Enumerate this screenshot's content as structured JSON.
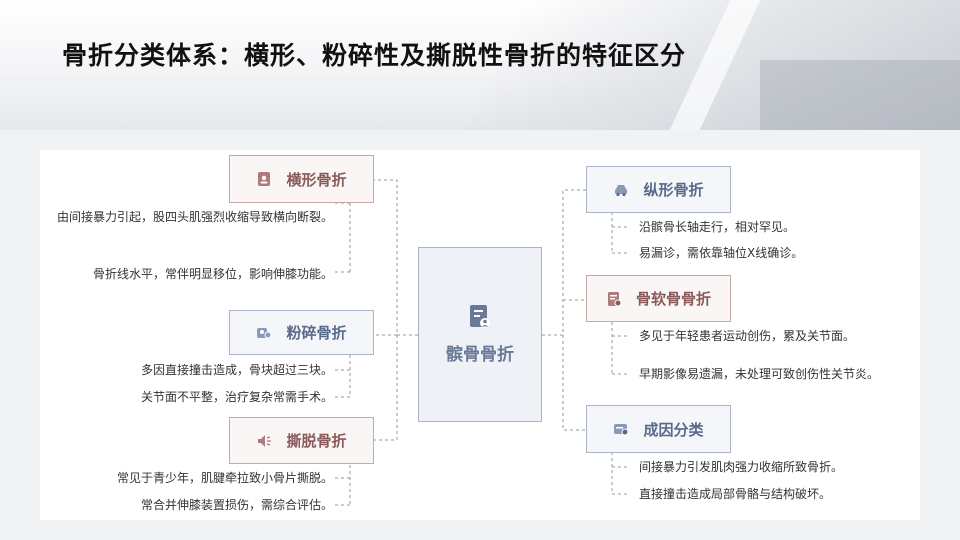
{
  "title": "骨折分类体系：横形、粉碎性及撕脱性骨折的特征区分",
  "center": {
    "label": "髌骨骨折",
    "icon": "document-user-icon"
  },
  "branches": [
    {
      "label": "横形骨折",
      "icon": "id-badge-icon",
      "color": "#8a5a5a",
      "leaves": [
        "由间接暴力引起，股四头肌强烈收缩导致横向断裂。",
        "骨折线水平，常伴明显移位，影响伸膝功能。"
      ]
    },
    {
      "label": "粉碎骨折",
      "icon": "user-group-icon",
      "color": "#5a6a8a",
      "leaves": [
        "多因直接撞击造成，骨块超过三块。",
        "关节面不平整，治疗复杂常需手术。"
      ]
    },
    {
      "label": "撕脱骨折",
      "icon": "speaker-icon",
      "color": "#8a5a5a",
      "leaves": [
        "常见于青少年，肌腱牵拉致小骨片撕脱。",
        "常合并伸膝装置损伤，需综合评估。"
      ]
    },
    {
      "label": "纵形骨折",
      "icon": "car-icon",
      "color": "#5a6a8a",
      "leaves": [
        "沿髌骨长轴走行，相对罕见。",
        "易漏诊，需依靠轴位X线确诊。"
      ]
    },
    {
      "label": "骨软骨骨折",
      "icon": "document-stamp-icon",
      "color": "#8a5a5a",
      "leaves": [
        "多见于年轻患者运动创伤，累及关节面。",
        "早期影像易遗漏，未处理可致创伤性关节炎。"
      ]
    },
    {
      "label": "成因分类",
      "icon": "wallet-icon",
      "color": "#5a6a8a",
      "leaves": [
        "间接暴力引发肌肉强力收缩所致骨折。",
        "直接撞击造成局部骨骼与结构破坏。"
      ]
    }
  ]
}
